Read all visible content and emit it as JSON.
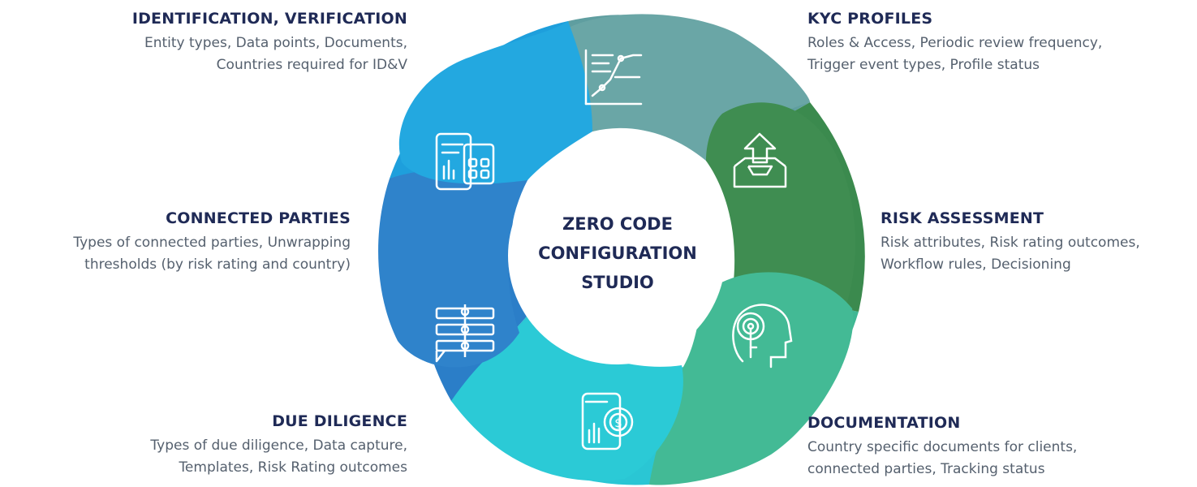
{
  "center": {
    "line1": "ZERO CODE",
    "line2": "CONFIGURATION",
    "line3": "STUDIO"
  },
  "segments": [
    {
      "title": "IDENTIFICATION, VERIFICATION",
      "line1": "Entity types, Data points, Documents,",
      "line2": "Countries required for ID&V",
      "color": "#1e9fdc",
      "icon": "mobile-dashboard-icon"
    },
    {
      "title": "KYC PROFILES",
      "line1": "Roles & Access, Periodic review frequency,",
      "line2": "Trigger event types, Profile status",
      "color": "#5f9ea0",
      "icon": "growth-chart-icon"
    },
    {
      "title": "RISK ASSESSMENT",
      "line1": "Risk attributes, Risk rating outcomes,",
      "line2": "Workflow rules, Decisioning",
      "color": "#3b8a4e",
      "icon": "upload-tray-icon"
    },
    {
      "title": "DOCUMENTATION",
      "line1": "Country specific documents for clients,",
      "line2": "connected parties, Tracking status",
      "color": "#3fb793",
      "icon": "head-key-icon"
    },
    {
      "title": "DUE DILIGENCE",
      "line1": "Types of due diligence, Data capture,",
      "line2": "Templates, Risk Rating outcomes",
      "color": "#2ac6d4",
      "icon": "tablet-finance-icon"
    },
    {
      "title": "CONNECTED PARTIES",
      "line1": "Types of connected parties, Unwrapping",
      "line2": "thresholds (by risk rating and country)",
      "color": "#2b7ec8",
      "icon": "flow-steps-icon"
    }
  ]
}
